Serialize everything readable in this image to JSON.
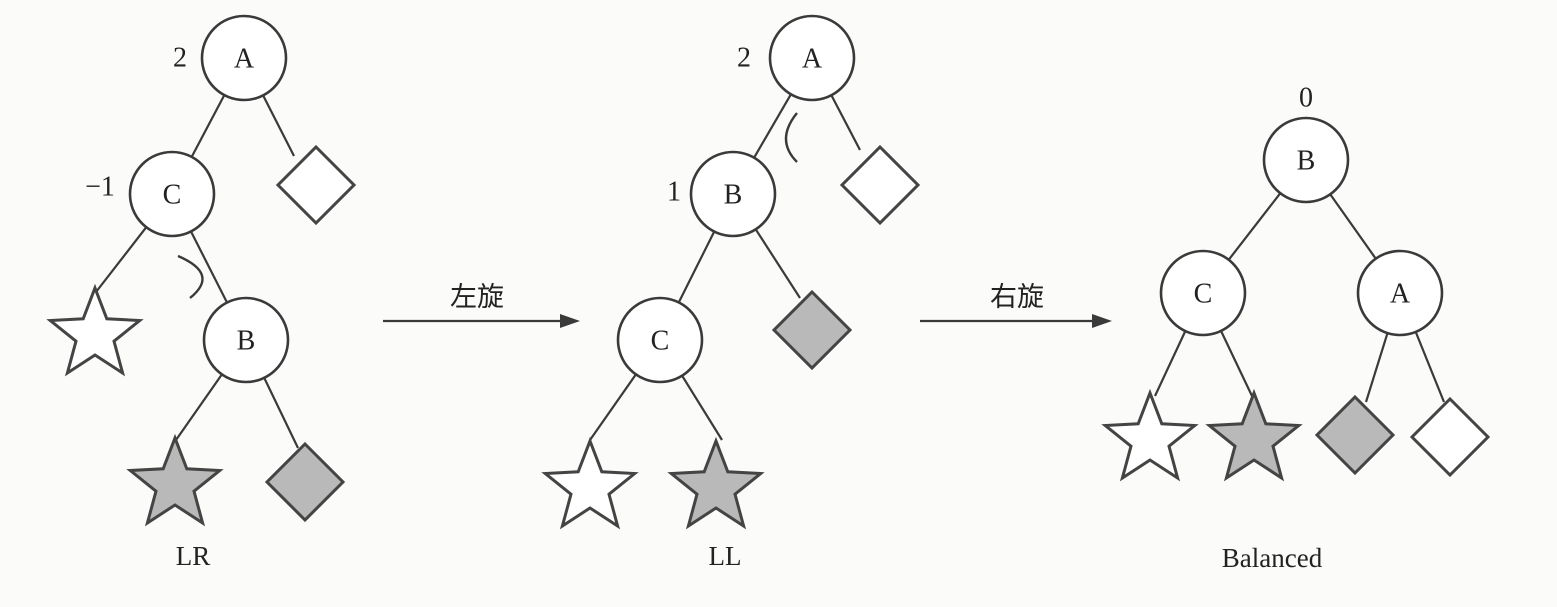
{
  "diagrams": [
    {
      "id": "lr",
      "caption": "LR",
      "nodes": [
        {
          "id": "A",
          "label": "A",
          "balance": "2"
        },
        {
          "id": "C",
          "label": "C",
          "balance": "−1"
        },
        {
          "id": "B",
          "label": "B",
          "balance": ""
        }
      ],
      "edges": [
        [
          "A",
          "C"
        ],
        [
          "A",
          "sq1"
        ],
        [
          "C",
          "st1"
        ],
        [
          "C",
          "B"
        ],
        [
          "B",
          "st2"
        ],
        [
          "B",
          "sq2"
        ]
      ],
      "subtrees": [
        {
          "id": "sq1",
          "shape": "diamond",
          "fill": "white"
        },
        {
          "id": "st1",
          "shape": "star",
          "fill": "white"
        },
        {
          "id": "st2",
          "shape": "star",
          "fill": "gray"
        },
        {
          "id": "sq2",
          "shape": "diamond",
          "fill": "gray"
        }
      ]
    },
    {
      "id": "ll",
      "caption": "LL",
      "nodes": [
        {
          "id": "A",
          "label": "A",
          "balance": "2"
        },
        {
          "id": "B",
          "label": "B",
          "balance": "1"
        },
        {
          "id": "C",
          "label": "C",
          "balance": ""
        }
      ],
      "edges": [
        [
          "A",
          "B"
        ],
        [
          "A",
          "sq1"
        ],
        [
          "B",
          "C"
        ],
        [
          "B",
          "sq2"
        ],
        [
          "C",
          "st1"
        ],
        [
          "C",
          "st2"
        ]
      ],
      "subtrees": [
        {
          "id": "sq1",
          "shape": "diamond",
          "fill": "white"
        },
        {
          "id": "sq2",
          "shape": "diamond",
          "fill": "gray"
        },
        {
          "id": "st1",
          "shape": "star",
          "fill": "white"
        },
        {
          "id": "st2",
          "shape": "star",
          "fill": "gray"
        }
      ]
    },
    {
      "id": "balanced",
      "caption": "Balanced",
      "nodes": [
        {
          "id": "B",
          "label": "B",
          "balance": "0"
        },
        {
          "id": "C",
          "label": "C",
          "balance": ""
        },
        {
          "id": "A",
          "label": "A",
          "balance": ""
        }
      ],
      "edges": [
        [
          "B",
          "C"
        ],
        [
          "B",
          "A"
        ],
        [
          "C",
          "st1"
        ],
        [
          "C",
          "st2"
        ],
        [
          "A",
          "sq1"
        ],
        [
          "A",
          "sq2"
        ]
      ],
      "subtrees": [
        {
          "id": "st1",
          "shape": "star",
          "fill": "white"
        },
        {
          "id": "st2",
          "shape": "star",
          "fill": "gray"
        },
        {
          "id": "sq1",
          "shape": "diamond",
          "fill": "gray"
        },
        {
          "id": "sq2",
          "shape": "diamond",
          "fill": "white"
        }
      ]
    }
  ],
  "transitions": [
    {
      "id": "t1",
      "label": "左旋"
    },
    {
      "id": "t2",
      "label": "右旋"
    }
  ],
  "colors": {
    "stroke": "#3a3a3a",
    "gray_fill": "#b9b9b9",
    "white_fill": "#ffffff"
  }
}
